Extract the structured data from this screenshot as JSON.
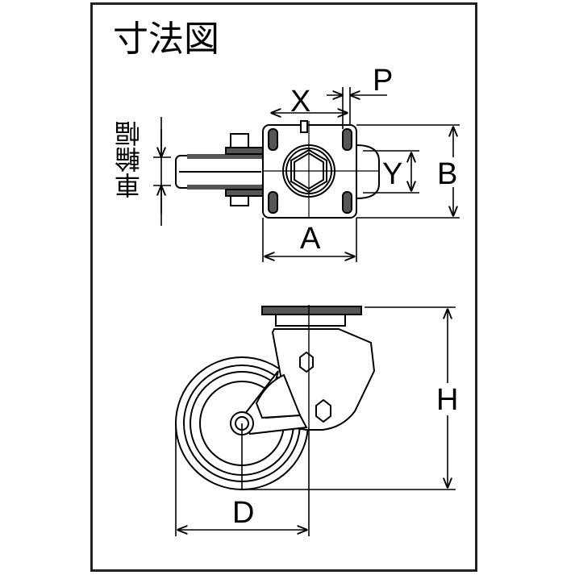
{
  "title": "寸法図",
  "labels": {
    "wheel_width": "車輪幅",
    "x": "X",
    "p": "P",
    "y": "Y",
    "b": "B",
    "a": "A",
    "h": "H",
    "d": "D"
  },
  "colors": {
    "line": "#000000",
    "border": "#222222",
    "fill_dark": "#555555",
    "background": "#ffffff"
  }
}
